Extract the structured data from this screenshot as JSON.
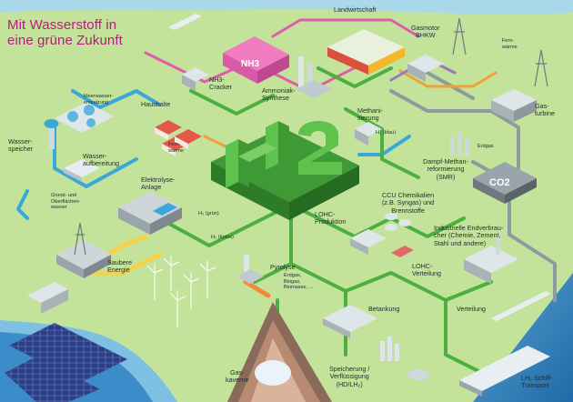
{
  "title": "Mit Wasserstoff in\neine grüne Zukunft",
  "colors": {
    "land": "#c4e39a",
    "water": "#a9d8ea",
    "ocean": "#2f7fb9",
    "h2_green": "#4caf3f",
    "ammonia_pink": "#e05ca8",
    "water_blue": "#3aa7d8",
    "energy_yellow": "#f6d24a",
    "grey_pipe": "#8e9aa0",
    "heat_orange": "#f0a038",
    "syngas_purple": "#9a79b8",
    "title_magenta": "#b11d7e"
  },
  "labels": {
    "meerwasserentsalzung": "Meerwasser-\nentsalzung",
    "haushalte": "Haushalte",
    "landwirtschaft": "Landwirtschaft",
    "gasmotor": "Gasmotor\nBHKW",
    "fernwaerme_top": "Fern-\nwärme",
    "nh3_cracker": "NH3-\nCracker",
    "ammoniak_synthese": "Ammoniak-\nSynthese",
    "methanisierung": "Methani-\nsierung",
    "gasturbine": "Gas-\nturbine",
    "wasserspeicher": "Wasser-\nspeicher",
    "wasseraufbereitung": "Wasser-\naufbereitung",
    "fernwaerme_mid": "Fern-\nwärme",
    "h2_blau": "H₂ (blau)",
    "erdgas": "Erdgas",
    "dampf_methan": "Dampf-Methan-\nreformierung\n(SMR)",
    "grund_oberflaechenwasser": "Grund- und\nOberflächen-\nwasser",
    "elektrolyse": "Elektrolyse-\nAnlage",
    "h2_gruen": "H₂ (grün)",
    "ccu": "CCU Chemikalien\n(z.B. Syngas) und\nBrennstoffe",
    "lohc_produktion": "LOHC-\nProduktion",
    "industrie": "Industrielle Endverbrau-\ncher (Chemie, Zement,\nStahl und andere)",
    "h2_tuerkis": "H₂ (türkis)",
    "saubere_energie": "Saubere\nEnergie",
    "pyrolyse": "Pyrolyse",
    "pyrolyse_inputs": "Erdgas,\nBiogas,\nBiomasse, ...",
    "lohc_verteilung": "LOHC-\nVerteilung",
    "betankung": "Betankung",
    "verteilung": "Verteilung",
    "gaskaverne": "Gas-\nkaverne",
    "speicherung": "Speicherung /\nVerflüssigung\n(HD/LH₂)",
    "lh2_schiff": "LH₂ Schiff-\nTransport"
  },
  "icons": {
    "h2_block": "H2",
    "nh3_block": "NH3",
    "co2_block": "CO2"
  }
}
